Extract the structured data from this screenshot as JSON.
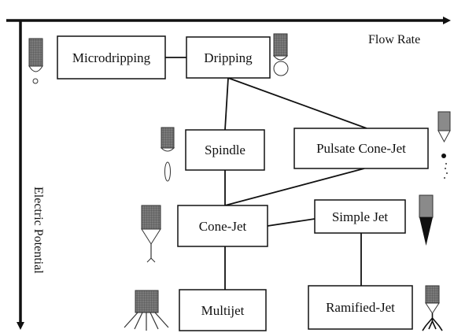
{
  "axes": {
    "x_label": "Flow Rate",
    "y_label": "Electric Potential"
  },
  "nodes": {
    "microdripping": "Microdripping",
    "dripping": "Dripping",
    "spindle": "Spindle",
    "pulsate": "Pulsate Cone-Jet",
    "conejet": "Cone-Jet",
    "simplejet": "Simple Jet",
    "multijet": "Multijet",
    "ramified": "Ramified-Jet"
  },
  "edges": [
    [
      "microdripping",
      "dripping"
    ],
    [
      "dripping",
      "spindle"
    ],
    [
      "dripping",
      "pulsate"
    ],
    [
      "spindle",
      "conejet"
    ],
    [
      "pulsate",
      "conejet"
    ],
    [
      "conejet",
      "simplejet"
    ],
    [
      "conejet",
      "multijet"
    ],
    [
      "simplejet",
      "ramified"
    ]
  ]
}
